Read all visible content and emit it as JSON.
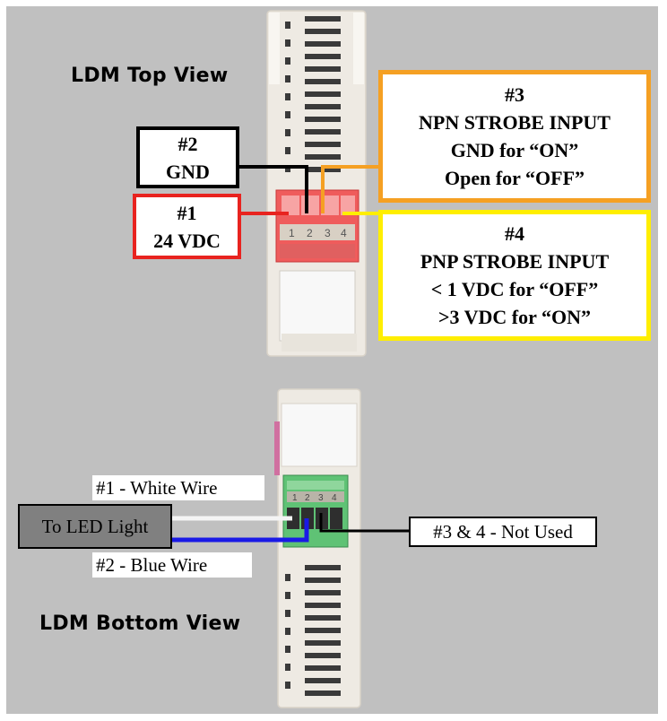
{
  "top_view": {
    "title": "LDM Top View",
    "terminal_labels": [
      "1",
      "2",
      "3",
      "4"
    ],
    "callouts": {
      "pin1": {
        "line1": "#1",
        "line2": "24 VDC",
        "color": "#e8231f"
      },
      "pin2": {
        "line1": "#2",
        "line2": "GND",
        "color": "#000000"
      },
      "pin3": {
        "line1": "#3",
        "line2": "NPN STROBE INPUT",
        "line3": "GND for “ON”",
        "line4": "Open for “OFF”",
        "color": "#f5a023"
      },
      "pin4": {
        "line1": "#4",
        "line2": "PNP STROBE INPUT",
        "line3": "< 1 VDC for “OFF”",
        "line4": ">3 VDC for “ON”",
        "color": "#ffee00"
      }
    }
  },
  "bottom_view": {
    "title": "LDM Bottom View",
    "terminal_labels": [
      "1",
      "2",
      "3",
      "4"
    ],
    "to_led_light": "To LED Light",
    "white_wire_label": "#1 - White Wire",
    "blue_wire_label": "#2 - Blue Wire",
    "not_used_label": "#3 & 4 - Not Used",
    "colors": {
      "white_wire": "#f4f4f4",
      "blue_wire": "#1a1ae6",
      "led_box": "#808080",
      "connector": "#5fc275"
    }
  }
}
